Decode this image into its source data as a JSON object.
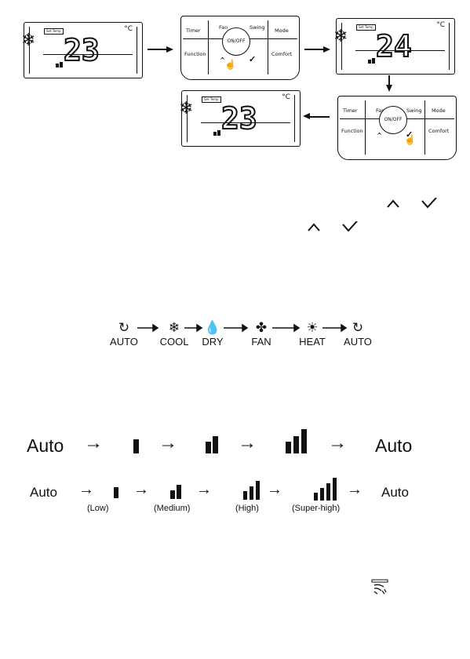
{
  "lcd_panels": [
    {
      "settemp_label": "Set Temp",
      "temperature": "23",
      "unit": "°C"
    },
    {
      "settemp_label": "Set Temp",
      "temperature": "24",
      "unit": "°C"
    },
    {
      "settemp_label": "Set Temp",
      "temperature": "23",
      "unit": "°C"
    }
  ],
  "remote": {
    "timer": "Timer",
    "fan": "Fan",
    "swing": "Swing",
    "mode": "Mode",
    "function": "Function",
    "onoff": "ON/OFF",
    "comfort": "Comfort"
  },
  "mode_sequence": [
    {
      "icon": "auto-icon",
      "label": "AUTO"
    },
    {
      "icon": "snowflake-icon",
      "label": "COOL"
    },
    {
      "icon": "droplet-icon",
      "label": "DRY"
    },
    {
      "icon": "fan-icon",
      "label": "FAN"
    },
    {
      "icon": "sun-icon",
      "label": "HEAT"
    },
    {
      "icon": "auto-icon",
      "label": "AUTO"
    }
  ],
  "fan_speed_3": {
    "start": "Auto",
    "end": "Auto",
    "levels": [
      1,
      2,
      3
    ]
  },
  "fan_speed_4": {
    "start": "Auto",
    "end": "Auto",
    "labels": [
      "(Low)",
      "(Medium)",
      "(High)",
      "(Super-high)"
    ]
  },
  "icons": {
    "up": "up-chevron-icon",
    "down": "down-chevron-icon",
    "swing": "swing-icon"
  }
}
